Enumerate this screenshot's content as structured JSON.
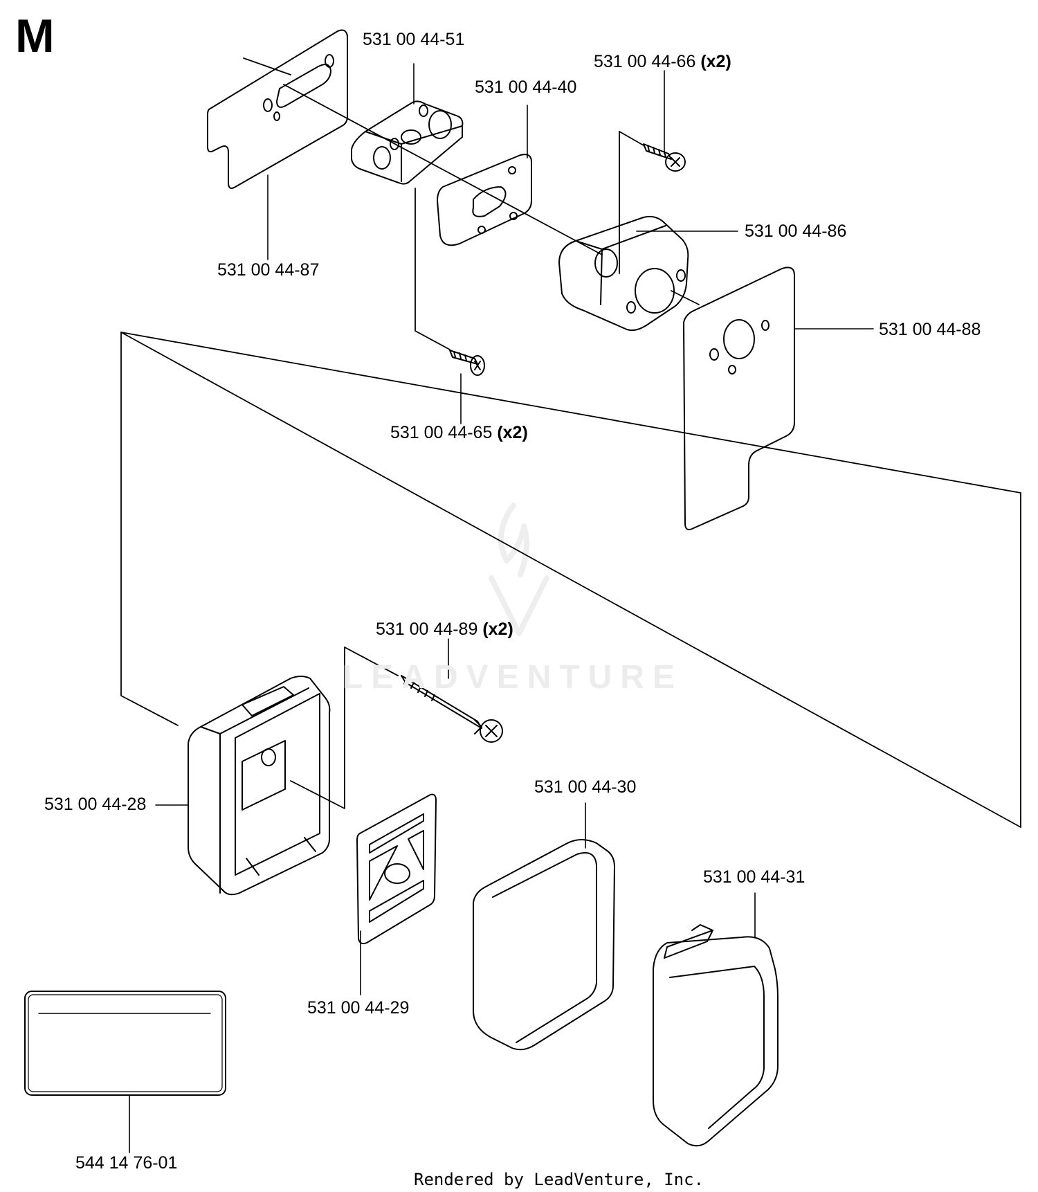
{
  "section_letter": "M",
  "watermark": "LEADVENTURE",
  "footer": "Rendered by LeadVenture, Inc.",
  "parts": [
    {
      "id": "gasket-top",
      "number": "531 00 44-87",
      "qty": ""
    },
    {
      "id": "spacer",
      "number": "531 00 44-51",
      "qty": ""
    },
    {
      "id": "gasket-mid",
      "number": "531 00 44-40",
      "qty": ""
    },
    {
      "id": "screw-top",
      "number": "531 00 44-66",
      "qty": "(x2)"
    },
    {
      "id": "intake-adapter",
      "number": "531 00 44-86",
      "qty": ""
    },
    {
      "id": "gasket-large",
      "number": "531 00 44-88",
      "qty": ""
    },
    {
      "id": "screw-mid",
      "number": "531 00 44-65",
      "qty": "(x2)"
    },
    {
      "id": "bolt",
      "number": "531 00 44-89",
      "qty": "(x2)"
    },
    {
      "id": "filter-housing",
      "number": "531 00 44-28",
      "qty": ""
    },
    {
      "id": "filter-grid",
      "number": "531 00 44-29",
      "qty": ""
    },
    {
      "id": "filter-element",
      "number": "531 00 44-30",
      "qty": ""
    },
    {
      "id": "filter-cover",
      "number": "531 00 44-31",
      "qty": ""
    },
    {
      "id": "decal",
      "number": "544 14 76-01",
      "qty": ""
    }
  ]
}
